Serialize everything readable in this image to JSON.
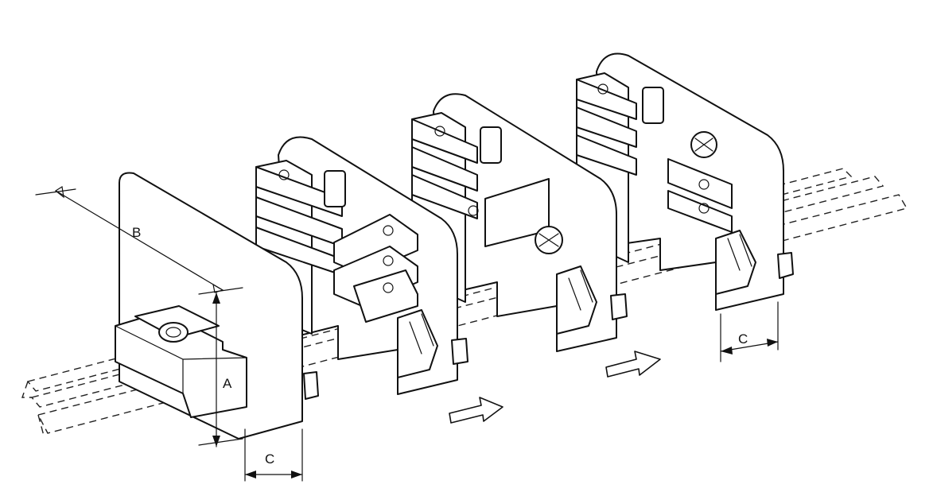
{
  "labels": {
    "dim_a": "A",
    "dim_b": "B",
    "dim_c_front": "C",
    "dim_c_back": "C"
  }
}
